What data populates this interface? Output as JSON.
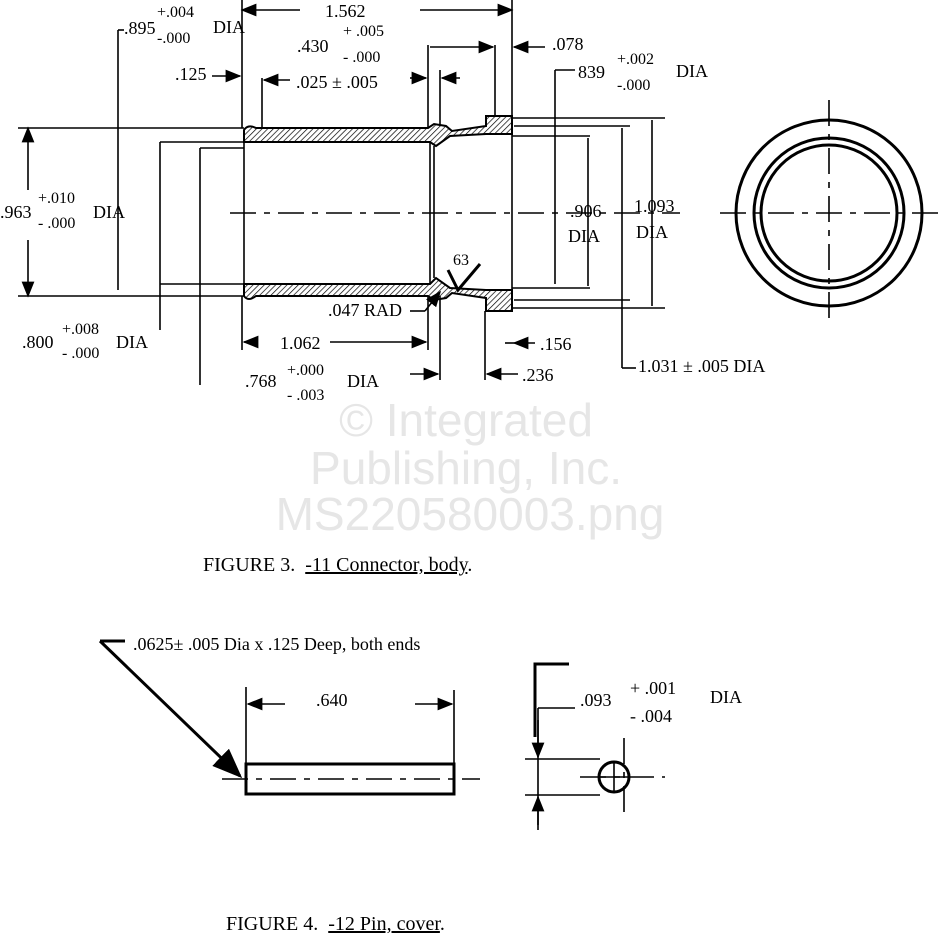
{
  "watermark": [
    "© Integrated",
    "Publishing, Inc.",
    "MS220580003.png"
  ],
  "figure3": {
    "caption_prefix": "FIGURE 3.",
    "caption_title": "-11 Connector, body",
    "caption_suffix": ".",
    "dims": {
      "overall_length": "1.562",
      "d895": ".895",
      "d895_plus": "+.004",
      "d895_minus": "-.000",
      "d895_dia": "DIA",
      "d430": ".430",
      "d430_plus": "+ .005",
      "d430_minus": "- .000",
      "d078": ".078",
      "d839": "839",
      "d839_plus": "+.002",
      "d839_minus": "-.000",
      "d839_dia": "DIA",
      "d125": ".125",
      "d025": ".025 ± .005",
      "d963": ".963",
      "d963_plus": "+.010",
      "d963_minus": "- .000",
      "d963_dia": "DIA",
      "d906": ".906",
      "d906_dia": "DIA",
      "d1093": "1.093",
      "d1093_dia": "DIA",
      "finish": "63",
      "rad": ".047 RAD",
      "d800": ".800",
      "d800_plus": "+.008",
      "d800_minus": "- .000",
      "d800_dia": "DIA",
      "d1062": "1.062",
      "d156": ".156",
      "d1031": "1.031 ± .005 DIA",
      "d768": ".768",
      "d768_plus": "+.000",
      "d768_minus": "- .003",
      "d768_dia": "DIA",
      "d236": ".236"
    }
  },
  "figure4": {
    "caption_prefix": "FIGURE 4.",
    "caption_title": "-12 Pin, cover",
    "caption_suffix": ".",
    "dims": {
      "hole_note": ".0625± .005 Dia x .125 Deep, both ends",
      "length": ".640",
      "d093": ".093",
      "d093_plus": "+ .001",
      "d093_minus": "- .004",
      "d093_dia": "DIA"
    }
  }
}
